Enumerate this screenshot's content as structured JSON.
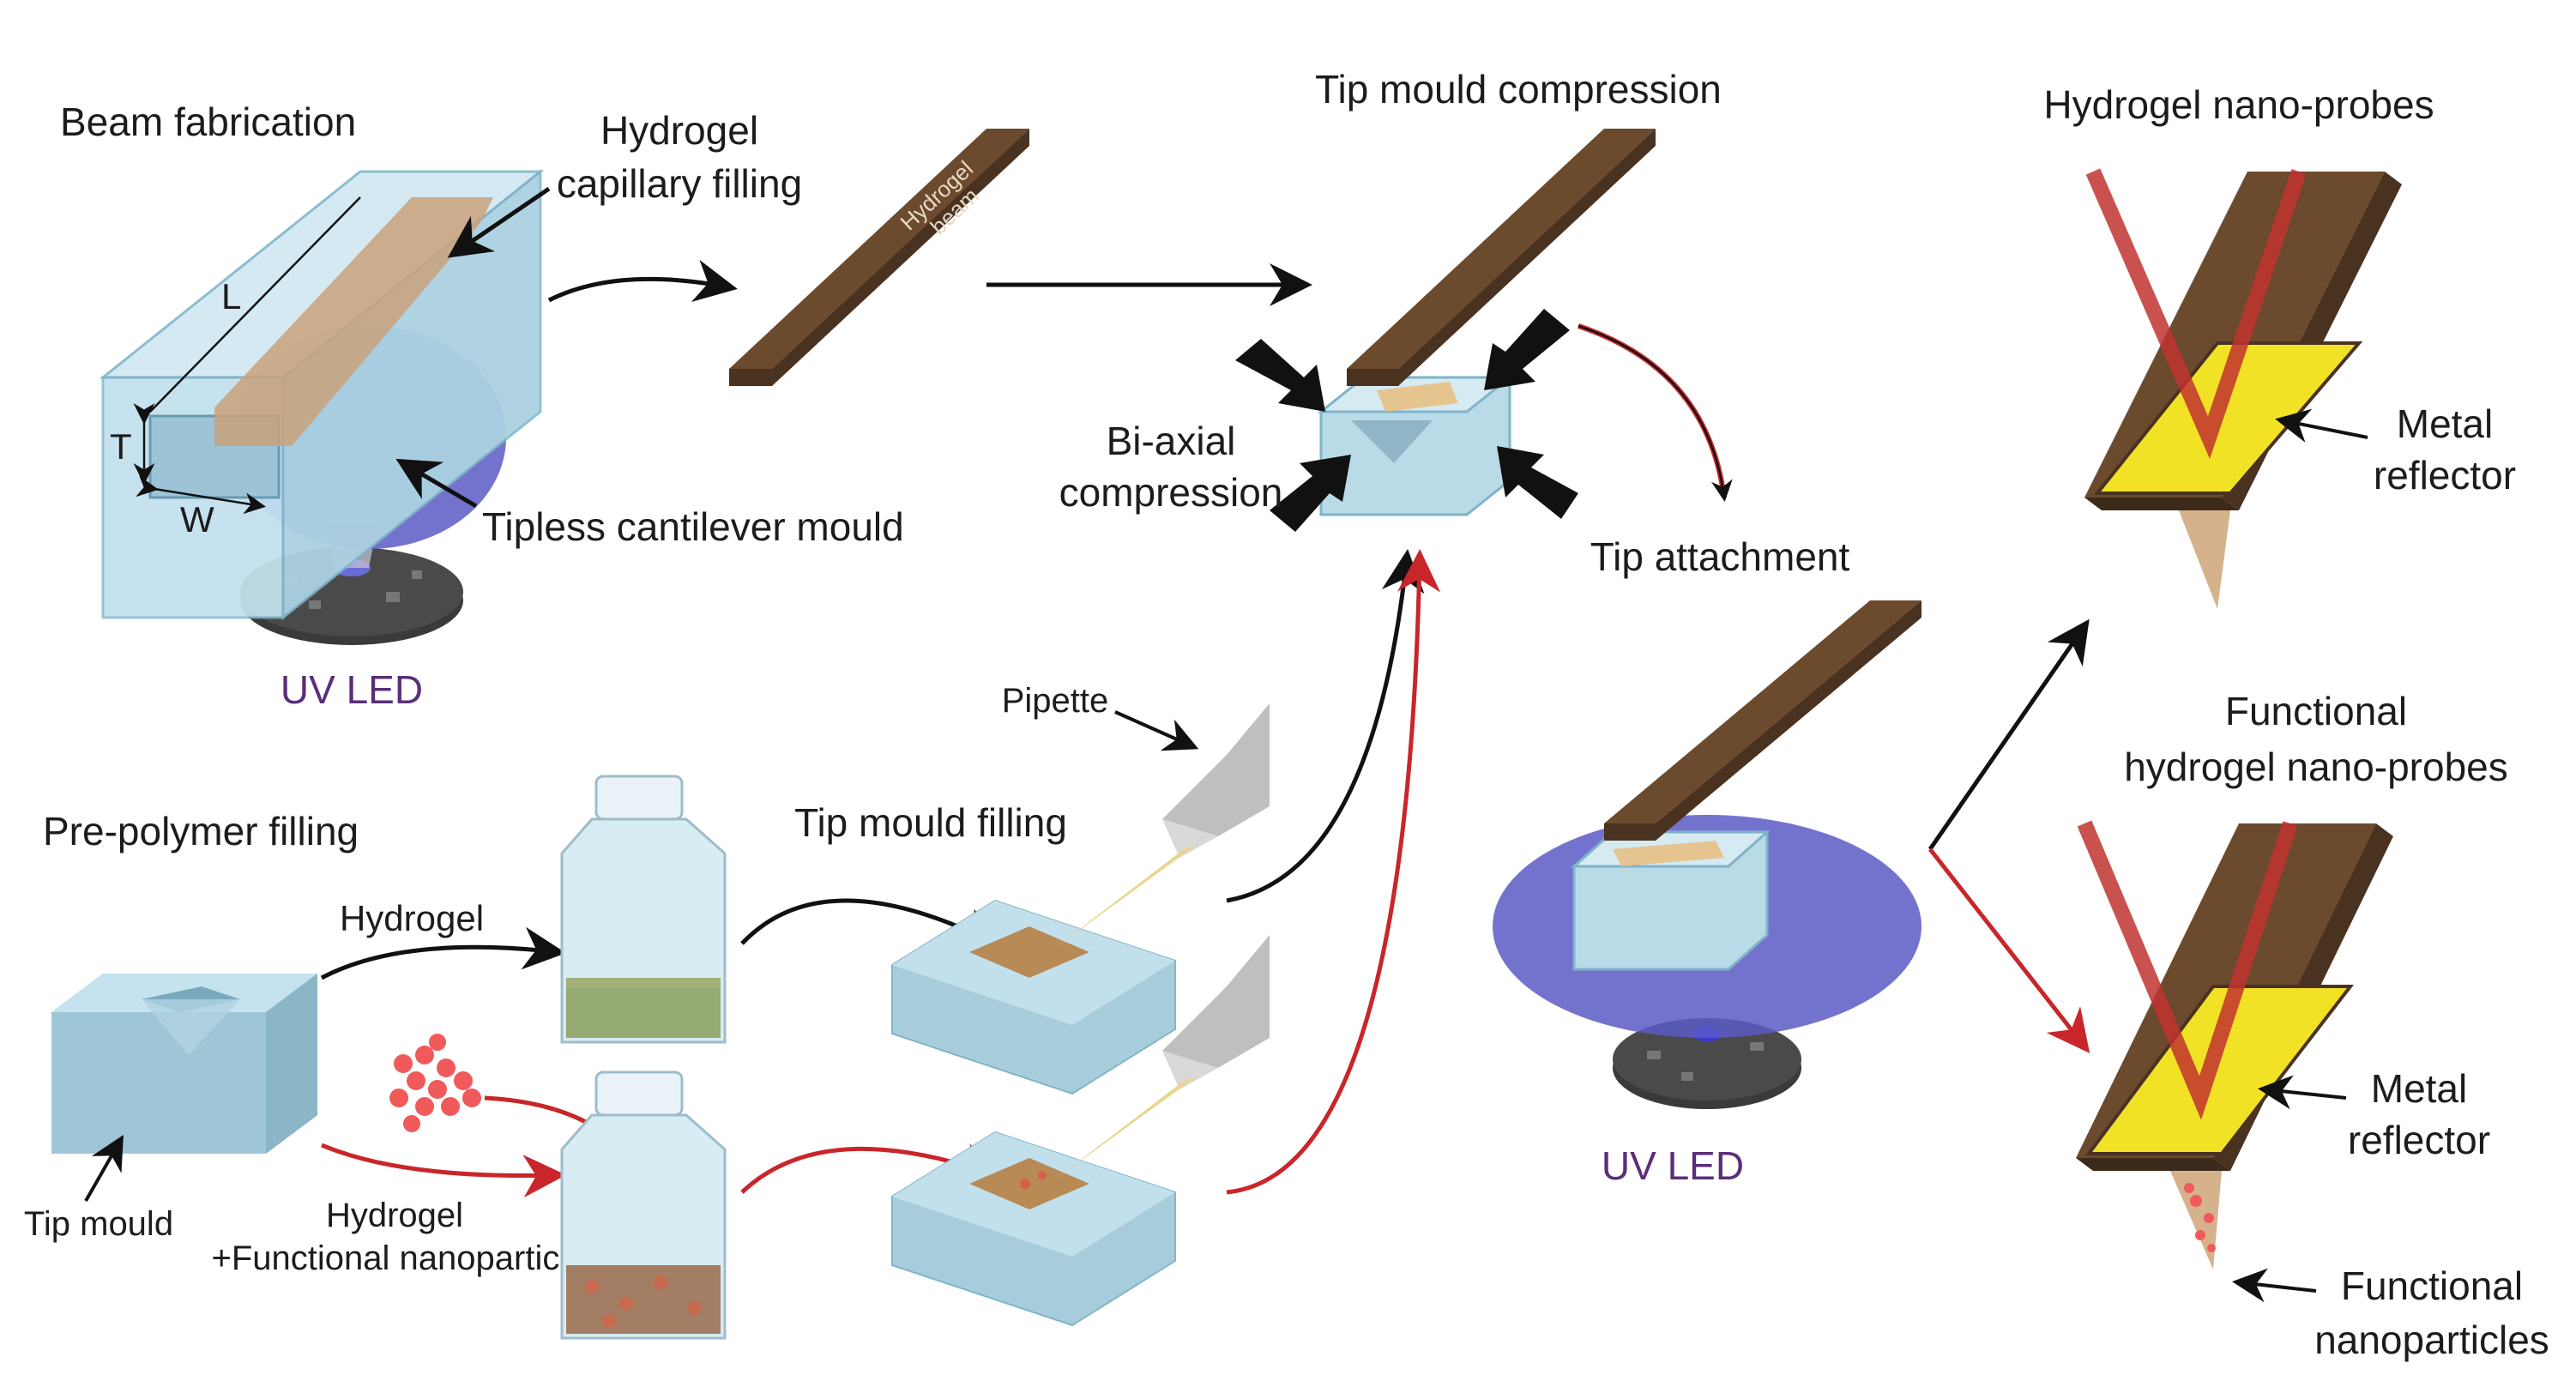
{
  "colors": {
    "mould_blue": "#b9dbe8",
    "mould_edge": "#7fb3c9",
    "hydrogel_brown": "#6b4a2e",
    "hydrogel_tan": "#c9a17a",
    "uv_purple": "#5b5bc6",
    "reflector_yellow": "#f2e226",
    "laser_red": "#c0332f",
    "arrow_red": "#c8262a",
    "nanoparticle_red": "#f05a5a",
    "led_dark": "#3a3a3a",
    "uv_text": "#5a2e78"
  },
  "labels": {
    "beam_fabrication": "Beam fabrication",
    "hydrogel_capillary_filling_1": "Hydrogel",
    "hydrogel_capillary_filling_2": "capillary filling",
    "dim_L": "L",
    "dim_T": "T",
    "dim_W": "W",
    "tipless_cantilever_mould": "Tipless cantilever mould",
    "uv_led_1": "UV LED",
    "hydrogel_beam_1": "Hydrogel",
    "hydrogel_beam_2": "beam",
    "tip_mould_compression": "Tip mould compression",
    "biaxial_compression_1": "Bi-axial",
    "biaxial_compression_2": "compression",
    "tip_attachment": "Tip attachment",
    "hydrogel_nano_probes": "Hydrogel nano-probes",
    "metal_reflector_top_1": "Metal",
    "metal_reflector_top_2": "reflector",
    "functional_hydrogel_nano_probes_1": "Functional",
    "functional_hydrogel_nano_probes_2": "hydrogel nano-probes",
    "metal_reflector_bottom_1": "Metal",
    "metal_reflector_bottom_2": "reflector",
    "functional_nanoparticles_right_1": "Functional",
    "functional_nanoparticles_right_2": "nanoparticles",
    "pre_polymer_filling": "Pre-polymer filling",
    "tip_mould": "Tip mould",
    "hydrogel_path": "Hydrogel",
    "hydrogel_functional_1": "Hydrogel",
    "hydrogel_functional_2": "+Functional nanoparticles",
    "tip_mould_filling": "Tip mould filling",
    "pipette": "Pipette",
    "uv_led_2": "UV LED"
  }
}
